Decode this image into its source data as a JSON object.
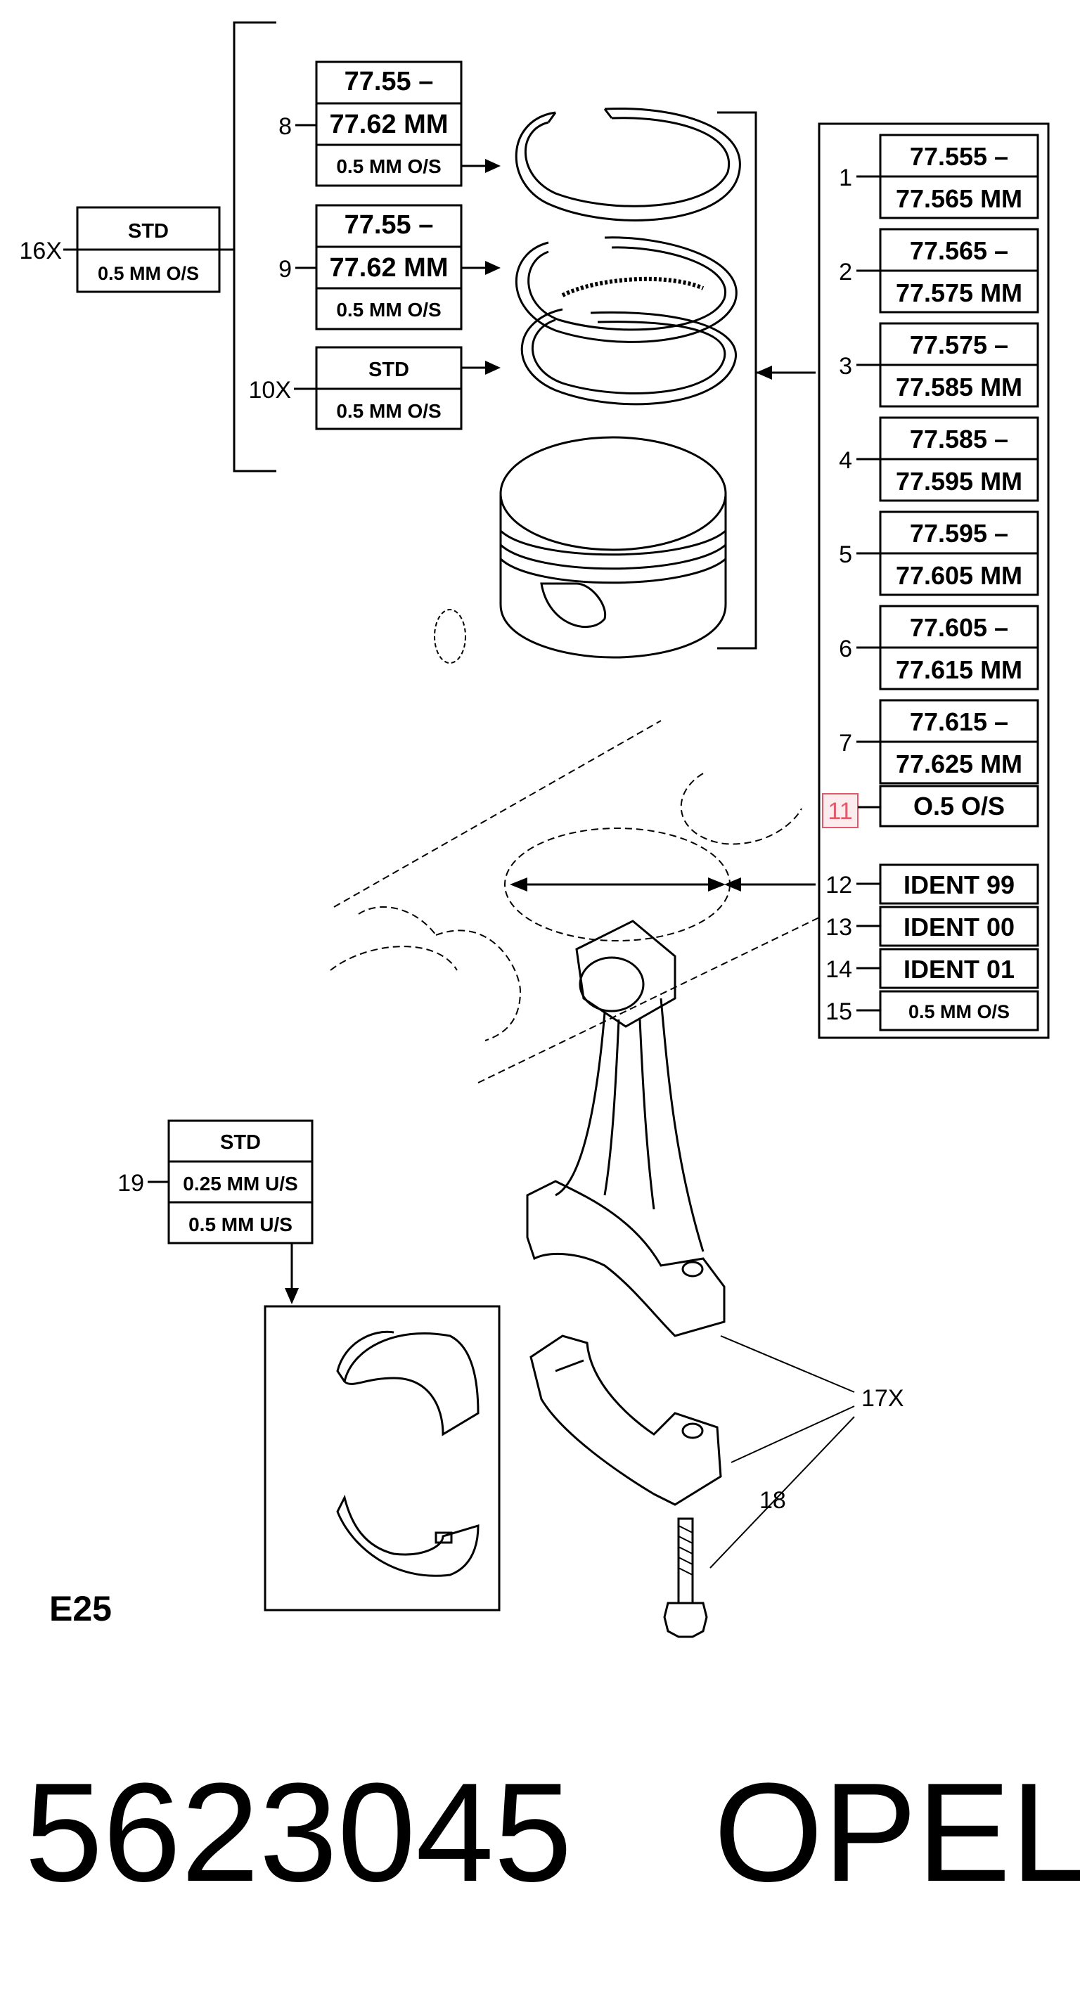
{
  "diagram_code": "E25",
  "footer": {
    "part_number": "5623045",
    "brand": "OPEL"
  },
  "callouts": {
    "c1": "1",
    "c2": "2",
    "c3": "3",
    "c4": "4",
    "c5": "5",
    "c6": "6",
    "c7": "7",
    "c8": "8",
    "c9": "9",
    "c10": "10X",
    "c11": "11",
    "c12": "12",
    "c13": "13",
    "c14": "14",
    "c15": "15",
    "c16": "16X",
    "c17": "17X",
    "c18": "18",
    "c19": "19"
  },
  "ring_boxes": {
    "b8": {
      "l1": "77.55 –",
      "l2": "77.62 MM",
      "l3": "0.5 MM O/S"
    },
    "b9": {
      "l1": "77.55 –",
      "l2": "77.62 MM",
      "l3": "0.5 MM O/S"
    },
    "b10": {
      "l1": "STD",
      "l2": "0.5 MM O/S"
    },
    "b16": {
      "l1": "STD",
      "l2": "0.5 MM O/S"
    }
  },
  "piston_sizes": [
    {
      "l1": "77.555 –",
      "l2": "77.565 MM"
    },
    {
      "l1": "77.565 –",
      "l2": "77.575 MM"
    },
    {
      "l1": "77.575 –",
      "l2": "77.585 MM"
    },
    {
      "l1": "77.585 –",
      "l2": "77.595 MM"
    },
    {
      "l1": "77.595 –",
      "l2": "77.605 MM"
    },
    {
      "l1": "77.605 –",
      "l2": "77.615 MM"
    },
    {
      "l1": "77.615 –",
      "l2": "77.625 MM"
    }
  ],
  "oversize_box": "O.5 O/S",
  "ident_boxes": [
    "IDENT 99",
    "IDENT 00",
    "IDENT 01",
    "0.5 MM O/S"
  ],
  "bearing_box": {
    "l1": "STD",
    "l2": "0.25 MM U/S",
    "l3": "0.5 MM U/S"
  },
  "colors": {
    "highlight": "#e05a6a"
  }
}
